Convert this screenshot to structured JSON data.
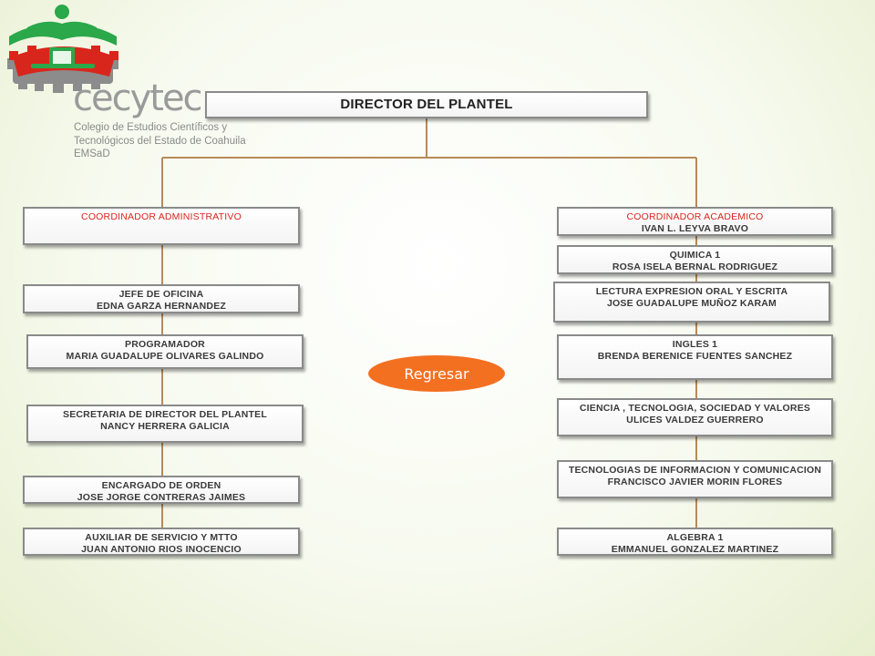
{
  "logo": {
    "name": "cecytec",
    "subtitle_lines": [
      "Colegio de Estudios Científicos y",
      "Tecnológicos del Estado de Coahuila",
      "EMSaD"
    ]
  },
  "director": {
    "title": "DIRECTOR DEL PLANTEL"
  },
  "admin_column": [
    {
      "title": "COORDINADOR ADMINISTRATIVO",
      "name": ""
    },
    {
      "title": "JEFE DE OFICINA",
      "name": "EDNA GARZA HERNANDEZ"
    },
    {
      "title": "PROGRAMADOR",
      "name": "MARIA GUADALUPE OLIVARES GALINDO"
    },
    {
      "title": "SECRETARIA DE DIRECTOR DEL PLANTEL",
      "name": "NANCY HERRERA GALICIA"
    },
    {
      "title": "ENCARGADO DE ORDEN",
      "name": "JOSE JORGE CONTRERAS JAIMES"
    },
    {
      "title": "AUXILIAR DE SERVICIO Y MTTO",
      "name": "JUAN ANTONIO RIOS INOCENCIO"
    }
  ],
  "academic_column": [
    {
      "title": "COORDINADOR ACADEMICO",
      "name": "IVAN L. LEYVA BRAVO"
    },
    {
      "title": "QUIMICA 1",
      "name": "ROSA ISELA BERNAL RODRIGUEZ"
    },
    {
      "title": "LECTURA EXPRESION ORAL Y ESCRITA",
      "name": "JOSE GUADALUPE MUÑOZ KARAM"
    },
    {
      "title": "INGLES 1",
      "name": "BRENDA BERENICE FUENTES SANCHEZ"
    },
    {
      "title": "CIENCIA , TECNOLOGIA, SOCIEDAD Y VALORES",
      "name": "ULICES VALDEZ GUERRERO"
    },
    {
      "title": "TECNOLOGIAS DE INFORMACION Y COMUNICACION",
      "name": "FRANCISCO JAVIER MORIN FLORES"
    },
    {
      "title": "ALGEBRA 1",
      "name": "EMMANUEL GONZALEZ MARTINEZ"
    }
  ],
  "back_button": {
    "label": "Regresar"
  },
  "colors": {
    "connector": "#b88a55",
    "accent_red": "#d9261c",
    "button_orange": "#f37021",
    "logo_green": "#2aa84a",
    "logo_red": "#d9261c",
    "logo_gray": "#8c8c8c"
  }
}
